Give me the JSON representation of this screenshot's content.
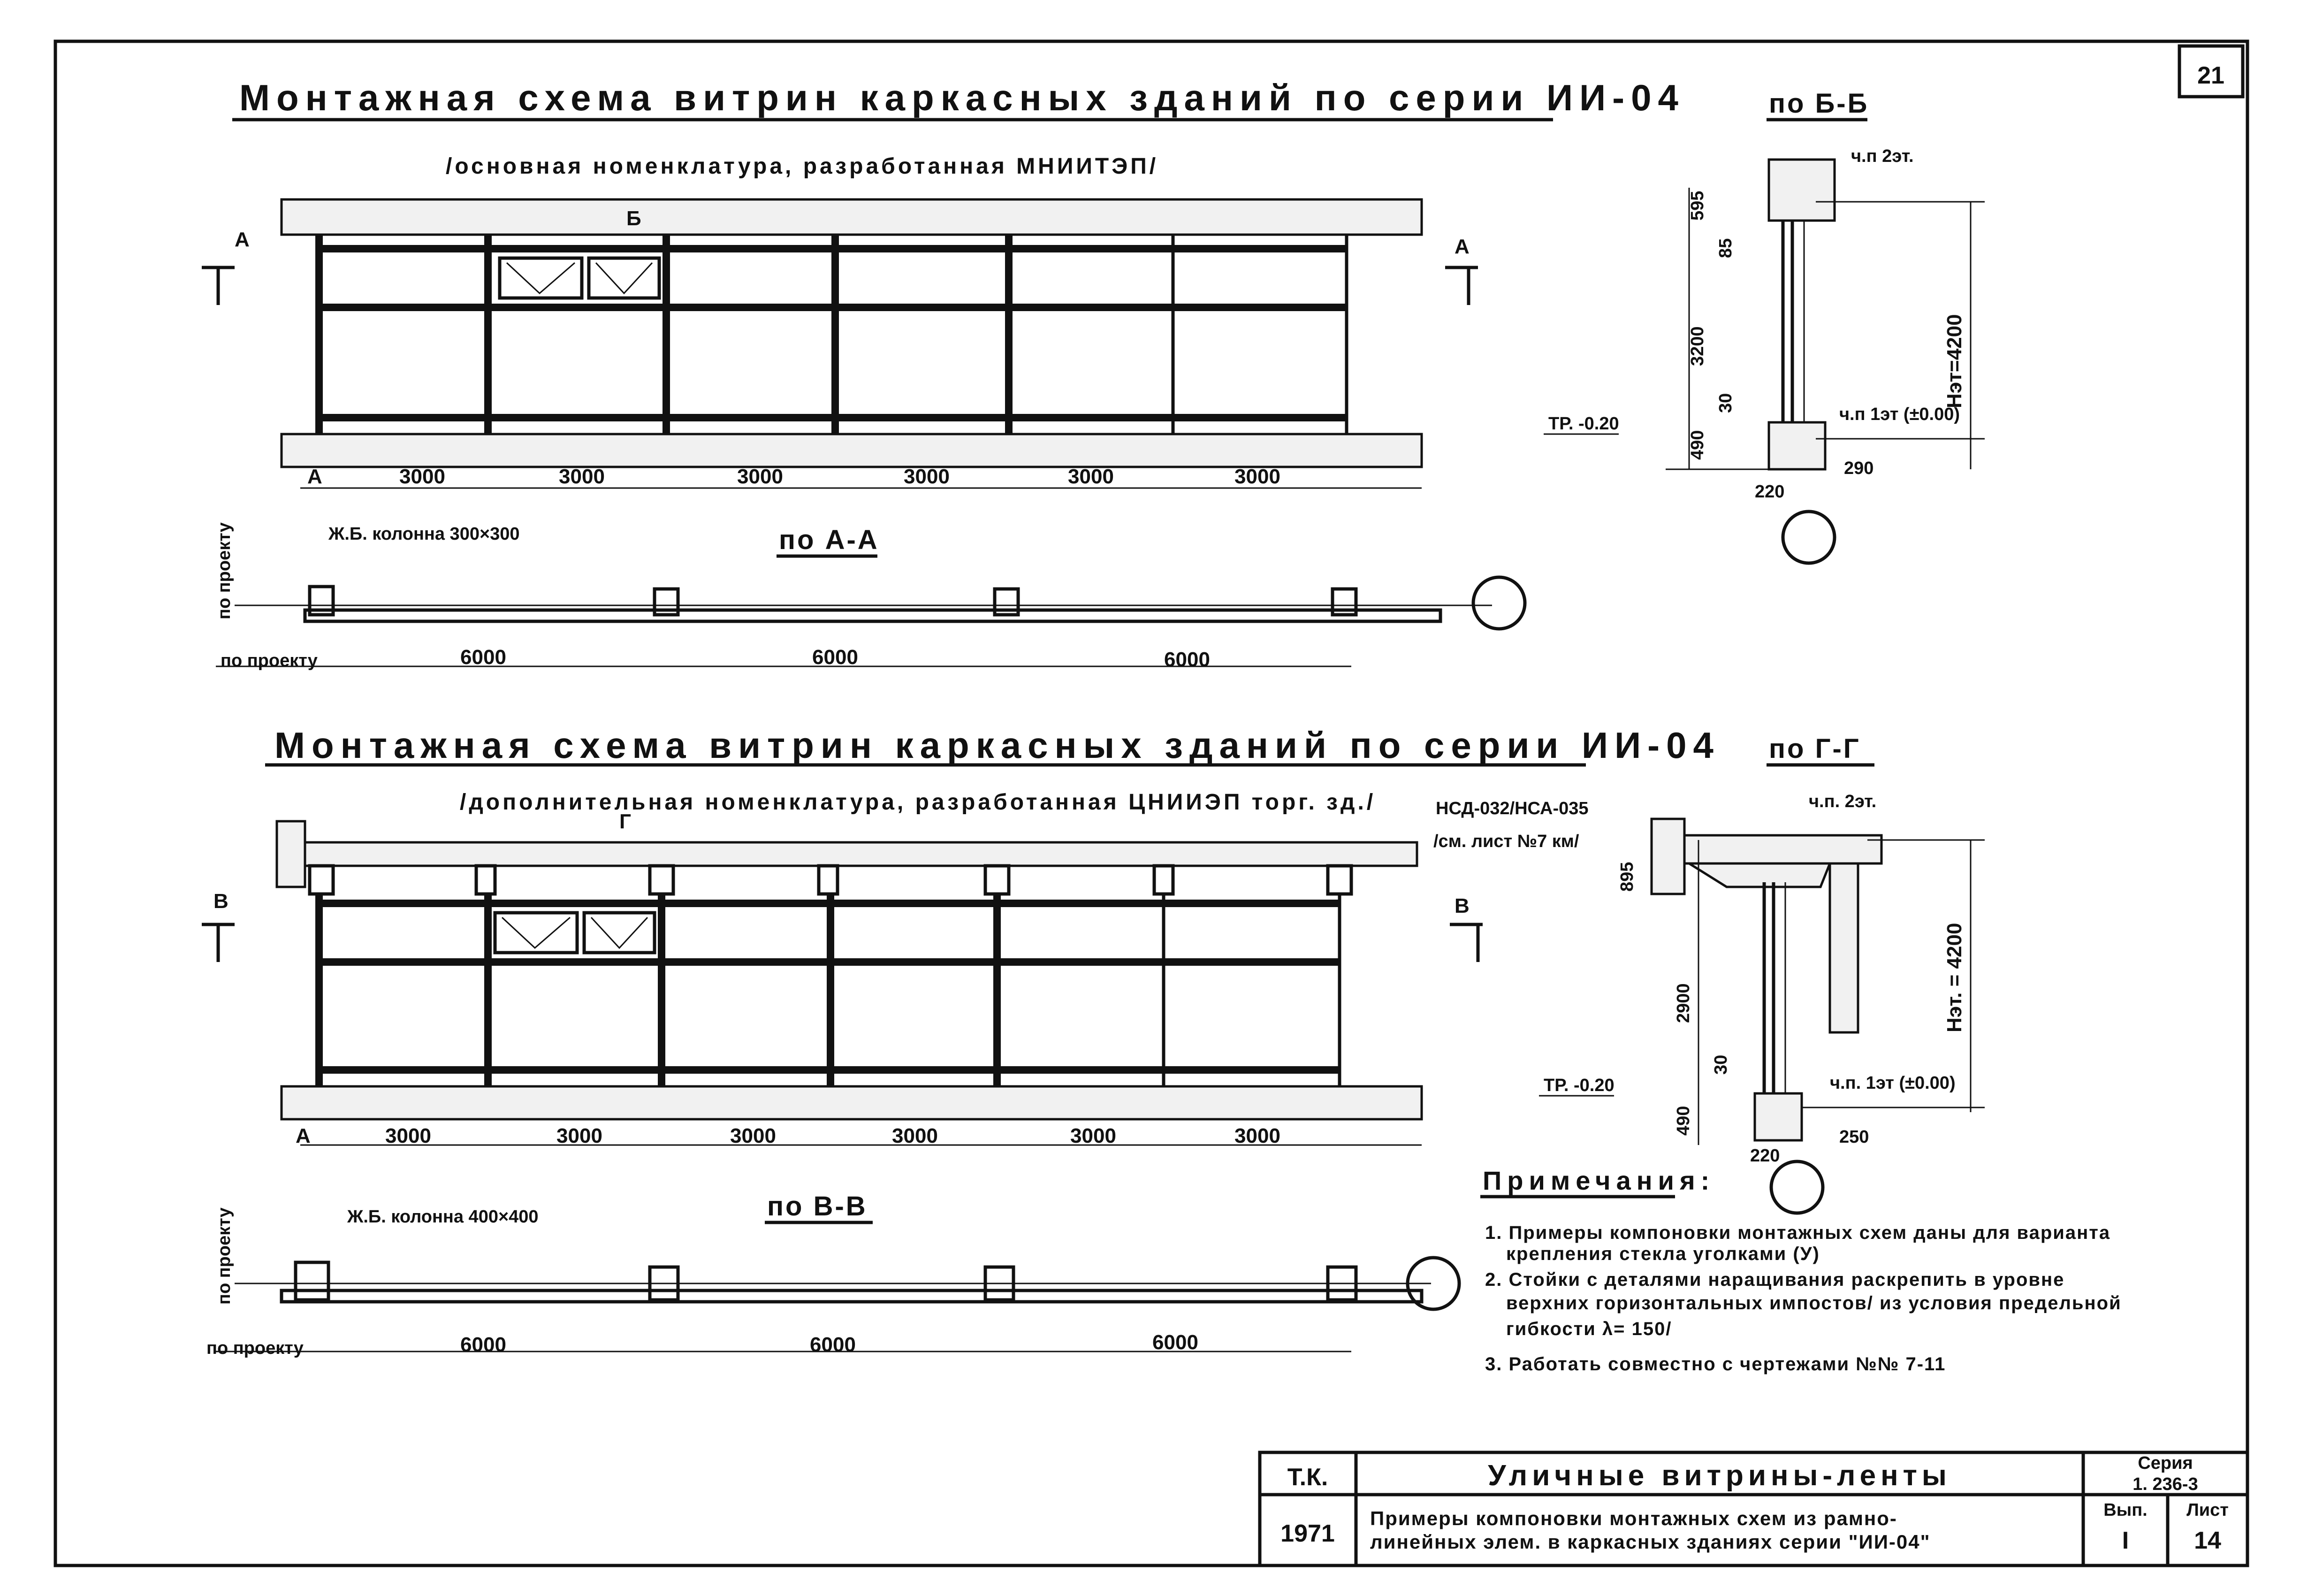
{
  "sheet": {
    "page_number": "21",
    "frame_color": "#111111"
  },
  "top_scheme": {
    "title": "Монтажная схема витрин каркасных зданий по серии ИИ-04",
    "subtitle": "/основная номенклатура, разработанная МНИИТЭП/",
    "section_marker_a": "А",
    "section_marker_b": "Б",
    "bay_dims": [
      "3000",
      "3000",
      "3000",
      "3000",
      "3000",
      "3000"
    ],
    "axis_label": "А",
    "column_label": "Ж.Б. колонна 300×300",
    "plan_title": "по А-А",
    "side_label": "по проекту",
    "bottom_label": "по проекту",
    "span_dims": [
      "6000",
      "6000",
      "6000"
    ]
  },
  "section_bb": {
    "title": "по Б-Б",
    "floor_top": "ч.п 2эт.",
    "floor_bottom": "ч.п 1эт (±0.00)",
    "height_label": "Нэт=4200",
    "dims": [
      "595",
      "85",
      "3200",
      "30",
      "490"
    ],
    "ground_level": "ТР. -0.20",
    "bottom_dims": [
      "220",
      "290"
    ]
  },
  "bottom_scheme": {
    "title": "Монтажная схема витрин каркасных зданий по серии ИИ-04",
    "subtitle": "/дополнительная номенклатура, разработанная ЦНИИЭП торг. зд./",
    "callout": "НСД-032/НСА-035",
    "callout2": "/см. лист №7 км/",
    "section_marker_v": "В",
    "section_marker_g": "Г",
    "bay_dims": [
      "3000",
      "3000",
      "3000",
      "3000",
      "3000",
      "3000"
    ],
    "axis_label": "А",
    "column_label": "Ж.Б. колонна 400×400",
    "plan_title": "по В-В",
    "side_label": "по проекту",
    "bottom_label": "по проекту",
    "span_dims": [
      "6000",
      "6000",
      "6000"
    ]
  },
  "section_gg": {
    "title": "по Г-Г",
    "floor_top": "ч.п. 2эт.",
    "floor_bottom": "ч.п. 1эт (±0.00)",
    "height_label": "Нэт. = 4200",
    "dims": [
      "895",
      "2900",
      "30",
      "490"
    ],
    "ground_level": "ТР. -0.20",
    "bottom_dims": [
      "220",
      "250"
    ]
  },
  "notes": {
    "heading": "Примечания:",
    "items": [
      "1. Примеры компоновки монтажных схем даны для варианта крепления стекла уголками (У)",
      "2. Стойки с деталями наращивания раскрепить в уровне верхних горизонтальных импостов/ из условия предельной гибкости λ= 150/",
      "3. Работать совместно с чертежами №№ 7-11"
    ]
  },
  "stamp": {
    "org": "Т.К.",
    "year": "1971",
    "title": "Уличные витрины-ленты",
    "description_1": "Примеры компоновки монтажных схем из рамно-",
    "description_2": "линейных элем. в каркасных зданиях серии \"ИИ-04\"",
    "series_label": "Серия",
    "series_value": "1. 236-3",
    "issue_label": "Вып.",
    "issue_value": "I",
    "sheet_label": "Лист",
    "sheet_value": "14"
  }
}
